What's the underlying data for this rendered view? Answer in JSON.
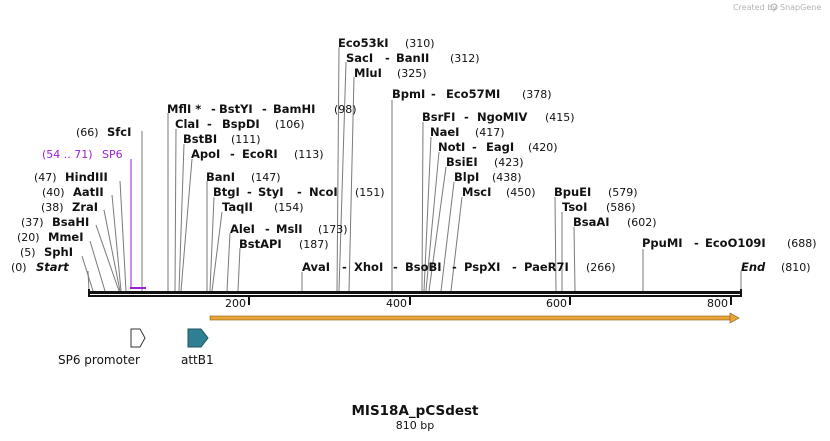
{
  "credit": {
    "created_by": "Created by",
    "brand": "SnapGene"
  },
  "map": {
    "title": "MIS18A_pCSdest",
    "subtitle": "810 bp",
    "start_label": "Start",
    "start_pos": "(0)",
    "end_label": "End",
    "end_pos": "(810)",
    "ticks": [
      "200",
      "400",
      "600",
      "800"
    ]
  },
  "sites": {
    "sfci": {
      "name": "SfcI",
      "pos": "(66)"
    },
    "sp6": {
      "name": "SP6",
      "pos": "(54 .. 71)"
    },
    "hindiii": {
      "name": "HindIII",
      "pos": "(47)"
    },
    "aatii": {
      "name": "AatII",
      "pos": "(40)"
    },
    "zrai": {
      "name": "ZraI",
      "pos": "(38)"
    },
    "bsahi": {
      "name": "BsaHI",
      "pos": "(37)"
    },
    "mmei": {
      "name": "MmeI",
      "pos": "(20)"
    },
    "sphi": {
      "name": "SphI",
      "pos": "(5)"
    },
    "mfli": {
      "name": "MflI *",
      "name2": "BstYI",
      "name3": "BamHI",
      "pos": "(98)"
    },
    "clai": {
      "name": "ClaI",
      "name2": "BspDI",
      "pos": "(106)"
    },
    "bstbi": {
      "name": "BstBI",
      "pos": "(111)"
    },
    "apoi": {
      "name": "ApoI",
      "name2": "EcoRI",
      "pos": "(113)"
    },
    "bani": {
      "name": "BanI",
      "pos": "(147)"
    },
    "btgi": {
      "name": "BtgI",
      "name2": "StyI",
      "name3": "NcoI",
      "pos": "(151)"
    },
    "taqii": {
      "name": "TaqII",
      "pos": "(154)"
    },
    "alei": {
      "name": "AleI",
      "name2": "MslI",
      "pos": "(173)"
    },
    "bstapi": {
      "name": "BstAPI",
      "pos": "(187)"
    },
    "eco53ki": {
      "name": "Eco53kI",
      "pos": "(310)"
    },
    "saci": {
      "name": "SacI",
      "name2": "BanII",
      "pos": "(312)"
    },
    "mlui": {
      "name": "MluI",
      "pos": "(325)"
    },
    "bpmi": {
      "name": "BpmI",
      "name2": "Eco57MI",
      "pos": "(378)"
    },
    "bsrfi": {
      "name": "BsrFI",
      "name2": "NgoMIV",
      "pos": "(415)"
    },
    "naei": {
      "name": "NaeI",
      "pos": "(417)"
    },
    "noti": {
      "name": "NotI",
      "name2": "EagI",
      "pos": "(420)"
    },
    "bsiei": {
      "name": "BsiEI",
      "pos": "(423)"
    },
    "blpi": {
      "name": "BlpI",
      "pos": "(438)"
    },
    "msci": {
      "name": "MscI",
      "pos": "(450)"
    },
    "ava": {
      "name": "AvaI",
      "name2": "XhoI",
      "name3": "BsoBI",
      "name4": "PspXI",
      "name5": "PaeR7I",
      "pos": "(266)"
    },
    "bpuei": {
      "name": "BpuEI",
      "pos": "(579)"
    },
    "tsoi": {
      "name": "TsoI",
      "pos": "(586)"
    },
    "bsaai": {
      "name": "BsaAI",
      "pos": "(602)"
    },
    "ppumi": {
      "name": "PpuMI",
      "name2": "EcoO109I",
      "pos": "(688)"
    }
  },
  "features": {
    "sp6_promoter": {
      "label": "SP6 promoter",
      "color": "#ffffff"
    },
    "attb1": {
      "label": "attB1",
      "color": "#2e7f91"
    },
    "orf": {
      "color": "#e8a33a"
    },
    "primer": {
      "color": "#9b1fd6"
    }
  }
}
